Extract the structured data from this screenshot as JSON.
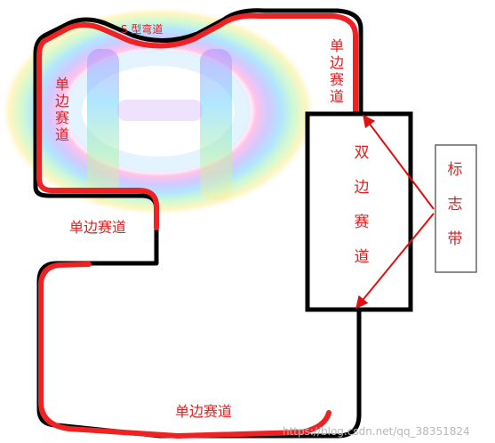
{
  "labels": {
    "s_curve": "S 型弯道",
    "single_top_right": "单边赛道",
    "single_left": "单边赛道",
    "single_mid": "单边赛道",
    "single_bottom": "单边赛道",
    "double_track": "双边赛道",
    "marker": "标志带"
  },
  "watermark": "https://blog.csdn.net/qq_38351824",
  "colors": {
    "track_outline": "#000000",
    "single_track": "#ee2222",
    "label_text": "#e02020",
    "arrow": "#e01010",
    "marker_border": "#333333"
  }
}
